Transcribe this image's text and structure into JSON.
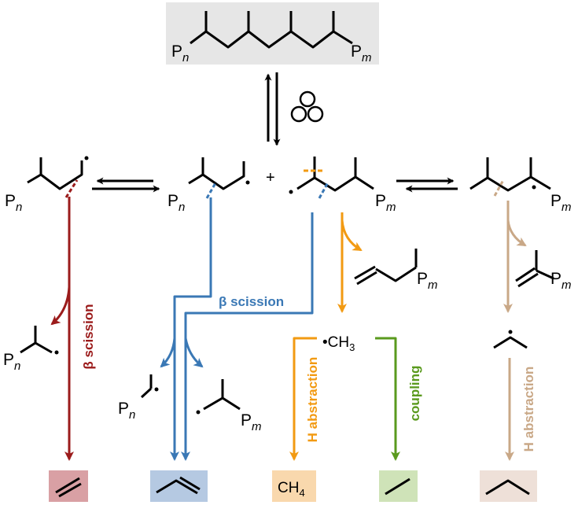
{
  "colors": {
    "black": "#000000",
    "dark_red": "#9b1b1b",
    "blue": "#3a78b5",
    "orange": "#f29a12",
    "green": "#5a9a1e",
    "tan": "#c9a887",
    "top_box": "#e6e6e6",
    "box_red": "#d9a0a4",
    "box_blue": "#b5c9e2",
    "box_orange": "#f9d8ad",
    "box_green": "#cfe3b8",
    "box_tan": "#eee0d8"
  },
  "icons": {
    "heat": "three-circles-icon"
  },
  "labels": {
    "p": "P",
    "n": "n",
    "m": "m",
    "plus": "+",
    "radical": "•",
    "ch3_prefix": "•CH",
    "three": "3",
    "ch4_prefix": "CH",
    "four": "4",
    "beta_scission": "β scission",
    "h_abstraction": "H abstraction",
    "coupling": "coupling"
  }
}
